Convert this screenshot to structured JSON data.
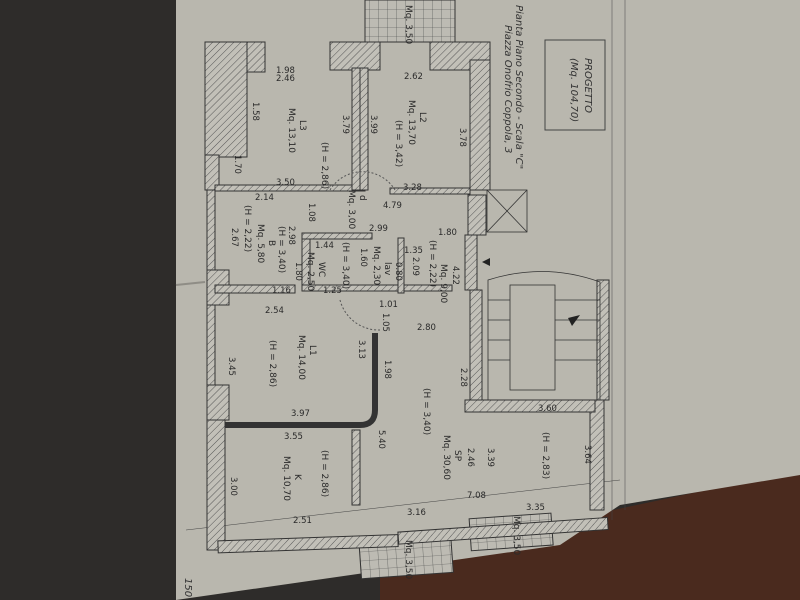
{
  "title_block": {
    "project": "PROGETTO",
    "area": "(Mq. 104,70)",
    "subtitle": "Pianta Piano Secondo - Scala \"C\"",
    "address": "Piazza Onofrio Coppola, 3"
  },
  "page_number": "150",
  "rooms": {
    "L3": {
      "name": "L3",
      "area": "Mq. 13,10",
      "height": "(H = 2,86)"
    },
    "L2": {
      "name": "L2",
      "area": "Mq. 13,70",
      "height": "(H = 3,42)"
    },
    "d": {
      "name": "d",
      "area": "Mq. 3,00"
    },
    "B": {
      "name": "B",
      "area": "Mq. 5,80",
      "height": "(H = 2,22)",
      "height2": "(H = 3,40)"
    },
    "WC": {
      "name": "WC",
      "area": "Mq. 2,50",
      "height": "(H = 3,40)"
    },
    "lav": {
      "name": "lav",
      "area": "Mq. 2,30"
    },
    "corridor": {
      "area": "Mq. 9,00",
      "height": "(H = 2,22)"
    },
    "L1": {
      "name": "L1",
      "area": "Mq. 14,00",
      "height": "(H = 2,86)"
    },
    "SP": {
      "name": "SP",
      "area": "Mq. 30,60",
      "height": "(H = 3,40)"
    },
    "K": {
      "name": "K",
      "area": "Mq. 10,70",
      "height": "(H = 2,86)"
    },
    "right_room": {
      "height": "(H = 2,83)"
    }
  },
  "balconies": [
    "Mq. 3,50",
    "Mq. 3,50",
    "Mq. 3,50"
  ],
  "dims": [
    "1.98",
    "2.46",
    "2.62",
    "1.58",
    "3.79",
    "3.99",
    "3.78",
    "1.70",
    "3.50",
    "3.28",
    "2.14",
    "4.79",
    "1.08",
    "2.99",
    "1.80",
    "2.67",
    "2.98",
    "1.44",
    "1.35",
    "1.60",
    "1.80",
    "0.80",
    "2.09",
    "4.22",
    "1.16",
    "1.25",
    "1.01",
    "1.05",
    "2.54",
    "2.80",
    "3.45",
    "3.13",
    "1.98",
    "2.28",
    "3.97",
    "3.55",
    "5.40",
    "2.46",
    "3.39",
    "3.64",
    "3.00",
    "7.08",
    "2.51",
    "3.16",
    "3.35",
    "3.60"
  ],
  "colors": {
    "paper": "#b9b7ae",
    "background": "#2e2c2a",
    "table": "#4a2a1e",
    "ink": "#2a2a2a"
  }
}
